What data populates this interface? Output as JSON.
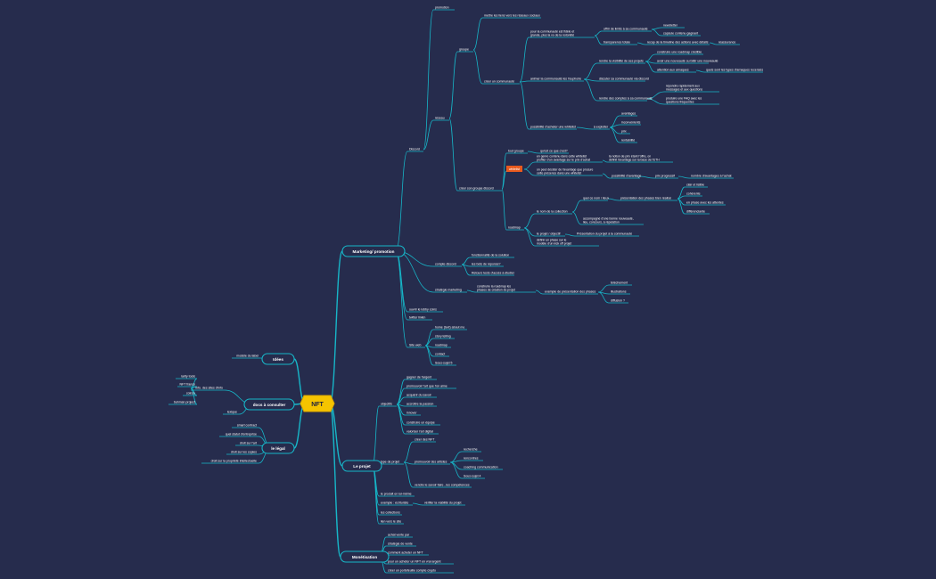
{
  "theme": {
    "background": "#262c4d",
    "line": "#17b6c8",
    "root_fill": "#f5c400",
    "badge_fill": "#e85a1e",
    "text": "#ffffff"
  },
  "nodes": {
    "root": "NFT",
    "marketing": "Marketing/ promotion",
    "promotion": "promotion",
    "discord": "Discord",
    "reseau": "réseau",
    "groupe": "groupe",
    "mettre_liens": "mettre les liens vers les réseaux sociaux",
    "creer_communaute": "créer un communauté",
    "pour_communaute": "pour la communauté est fidèle et grande, plus la vo de la notoriété",
    "offrir_limits": "offrir de limits à sa communauté",
    "newsletter": "newsletter",
    "capsule": "capsule contenu gagnant",
    "transparence": "transparence totale",
    "roadmap_timeline": "recap de la timeline des actions avec détails",
    "reassurance": "réassurance",
    "animer": "animer la communauté les l'euphorie",
    "rendre_visibilite": "rendre la visibilité de ses projets",
    "construire_roadmap": "construire une roadmap crédible",
    "nouveaute": "avoir une nouveauté ou bâtir une nouveauté",
    "attention": "attention aux arnaques",
    "quels_sont": "quels sont les types d'arnaques recensés",
    "discuter": "discuter sa communauté via discord",
    "rendre_comptes": "rendre des comptes à sa communauté",
    "repondre": "répondre rapidement aux messages et aux questions",
    "faq": "produire une FAQ avec les questions fréquentes",
    "possibilite": "possibilité d'acheter une whitelist",
    "a_exploiter": "à exploiter",
    "avantages": "avantages",
    "inconvenients": "inconvénients",
    "prix": "prix",
    "rentabilite": "rentabilité",
    "creer_groupe": "créer son groupe discord",
    "tout_groupe": "tout groupe",
    "quest_ce": "qu'est ce que c'est?",
    "whitelist": "whitelist",
    "genre_contenu": "en genre contenu dans cette whitelist profiter d'un avantage sur le prix d'achat",
    "notion_prix": "la notion de prix étant l'offre, on définit l'avantage sur la base de l'ETH",
    "peut_decider": "on peut décider de l'avantage que procure cette présence dans une whitelist",
    "possibilite_lavantage": "possibilité d'avantage",
    "prix_progressif": "prix progressif",
    "nombre_avantages": "nombre d'avantages à l'achat",
    "roadmap": "roadmap",
    "nom_collection": "le nom de la collection",
    "quil_est": "quel ce nom / lieux",
    "presentation_phases": "présentation des phases bien réalisé",
    "clair_lisible": "clair et lisible",
    "coherente": "cohérente",
    "en_phase": "en phase avec les attentes",
    "differenciante": "différenciante",
    "accompagne": "accompagné d'une bonne nouveauté, lieu, concours, à réputation",
    "projet_objectif": "le projet / objectif",
    "presentation_projet": "Présentation du projet à la communauté",
    "definir_phase": "définir un phase sur le modèle d'un kick off projet",
    "compte_discord": "compte discord",
    "fonctionnalite": "fonctionnalité de la solution",
    "bots": "les bots de réponse?",
    "retours": "Retours tests d'accès à étudier",
    "strategie": "stratégie marketing",
    "construire_roadmap2": "construire la roadmap les phases de création du projet",
    "exemple_presentation": "exemple de présentation des phases",
    "telechargement": "téléchement",
    "illustrations": "illustrations",
    "diffusion": "diffusion ?",
    "ouvrir_lobby": "ouvrir le lobby coins",
    "twitter": "twitter linkin",
    "site_web": "Site web",
    "home": "home (text) about me",
    "story": "story telling",
    "roadmap_web": "roadmap",
    "contact": "contact",
    "sous_sujet": "Sous-sujet 5",
    "idees": "Idées",
    "modele_label": "modèle du label",
    "docs": "docs à consulter",
    "infos_sites": "info. des sites d'info",
    "rarity": "rarity tools",
    "nft_france": "NFT france",
    "coinzo": "coinzo",
    "bahman": "bahman project",
    "lexique": "lexique",
    "legal": "le légal",
    "smart": "smart contract",
    "statut": "quel statut d'entreprise",
    "droit_art": "droit sur l'art",
    "droit_copies": "droit sur les copies",
    "propriete": "droit sur la propriété intellectuelle",
    "le_projet": "Le projet",
    "objectifs": "objectifs",
    "gagner": "gagner de l'argent",
    "promouvoir_art": "promouvoir l'art que l'on aime",
    "acquerir": "acquérir du savoir",
    "accroitre": "accroître la passion",
    "innover": "innover",
    "construire_equipe": "construire un équipe",
    "valoriser": "valoriser l'art digital",
    "type_projet": "type de projet",
    "creer_nft": "créer des NFT",
    "promouvoir_artistes": "promouvoir des artistes",
    "recherche": "recherche",
    "rencontres": "rencontres",
    "coaching": "coaching communication",
    "sous_sujet4": "Sous-sujet 4",
    "vendre": "vendre le savoir faire , les compétences",
    "produit": "le produit en lui-même",
    "exemple_ecritures": "exemple : écrituriste",
    "verifier": "vérifier la viabilité du projet",
    "collections": "les collections",
    "lien": "lien vers le site",
    "monetisation": "Monétisation",
    "achat": "achat vente par",
    "strategie_vente": "stratégie de vente",
    "acheter_nft": "comment acheter un NFT",
    "pour_acheter": "pour un acheter un NFT en vrai argent",
    "creer_portefeuille": "créer un portefeuille compte crypto"
  }
}
